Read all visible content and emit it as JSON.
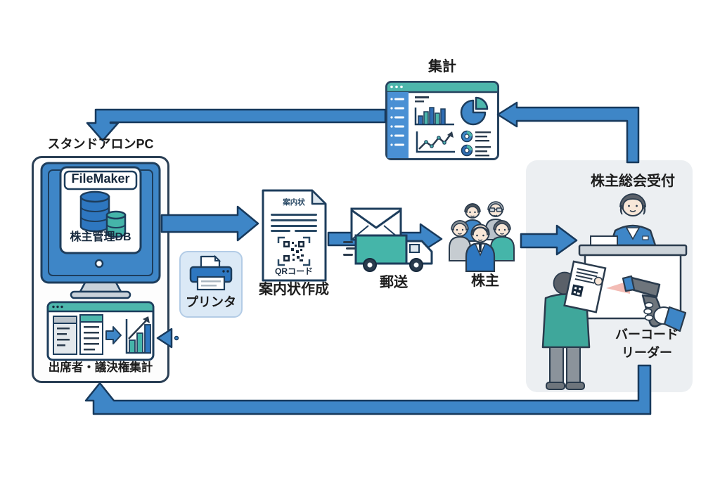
{
  "diagram": {
    "aggregation": {
      "label": "集計"
    },
    "standalone_pc": {
      "label": "スタンドアロンPC",
      "filemaker_label": "FileMaker",
      "db_label": "株主管理DB",
      "tally_label": "出席者・議決権集計"
    },
    "printer": {
      "label": "プリンタ"
    },
    "invitation": {
      "doc_title": "案内状",
      "qr_caption": "QRコード",
      "label": "案内状作成"
    },
    "mailing": {
      "label": "郵送"
    },
    "shareholders": {
      "label": "株主"
    },
    "reception": {
      "label": "株主総会受付",
      "barcode_reader_line1": "バーコード",
      "barcode_reader_line2": "リーダー"
    },
    "colors": {
      "arrow_blue": "#3e86c7",
      "outline_navy": "#1d3d5c",
      "teal": "#45b5a9",
      "header_teal": "#4db6ac",
      "deep_blue": "#2e77c0",
      "reception_panel_gray": "#eceff2",
      "printer_bg": "#dbe9f6",
      "scan_beam_red": "#e8796b"
    }
  }
}
